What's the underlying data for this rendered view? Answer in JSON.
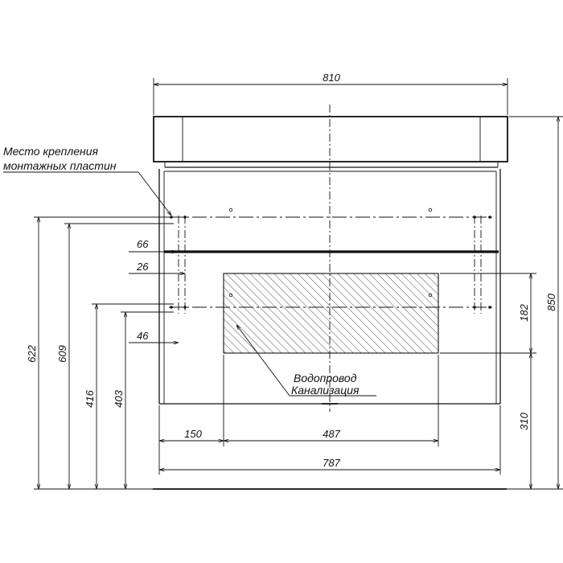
{
  "dimensions": {
    "width_top": "810",
    "width_bottom": "787",
    "offset_left": "150",
    "niche_width": "487",
    "height_total": "850",
    "height_floor": "310",
    "niche_height": "182",
    "plate_upper": "622",
    "plate_upper_inner": "609",
    "plate_lower": "416",
    "plate_lower_inner": "403",
    "gap_66": "66",
    "gap_26": "26",
    "gap_46": "46"
  },
  "notes": {
    "mount_line1": "Место крепления",
    "mount_line2": "монтажных пластин",
    "utility_line1": "Водопровод",
    "utility_line2": "Канализация"
  }
}
